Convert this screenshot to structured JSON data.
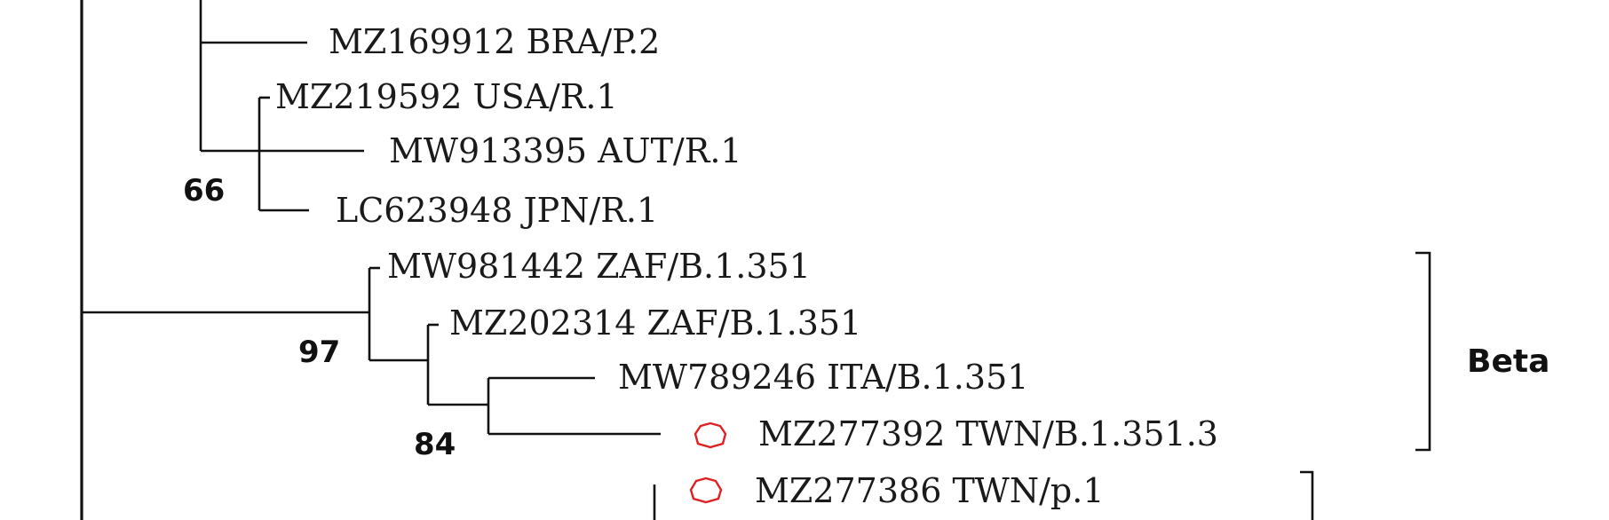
{
  "taxa": [
    {
      "id": "t1",
      "label": "MZ169912 BRA/P.2",
      "marked": false
    },
    {
      "id": "t2",
      "label": "MZ219592 USA/R.1",
      "marked": false
    },
    {
      "id": "t3",
      "label": "MW913395 AUT/R.1",
      "marked": false
    },
    {
      "id": "t4",
      "label": "LC623948 JPN/R.1",
      "marked": false
    },
    {
      "id": "t5",
      "label": "MW981442 ZAF/B.1.351",
      "marked": false
    },
    {
      "id": "t6",
      "label": "MZ202314 ZAF/B.1.351",
      "marked": false
    },
    {
      "id": "t7",
      "label": "MW789246 ITA/B.1.351",
      "marked": false
    },
    {
      "id": "t8",
      "label": "MZ277392 TWN/B.1.351.3",
      "marked": true
    },
    {
      "id": "t9",
      "label": "MZ277386 TWN/p.1",
      "marked": true
    }
  ],
  "support_values": {
    "r1_clade": "66",
    "beta_clade": "97",
    "beta_inner_clade": "84"
  },
  "clade_labels": {
    "beta": "Beta"
  },
  "colors": {
    "branch": "#111111",
    "marker": "#e02020"
  },
  "marker_icon": "red-circle-marker-icon"
}
